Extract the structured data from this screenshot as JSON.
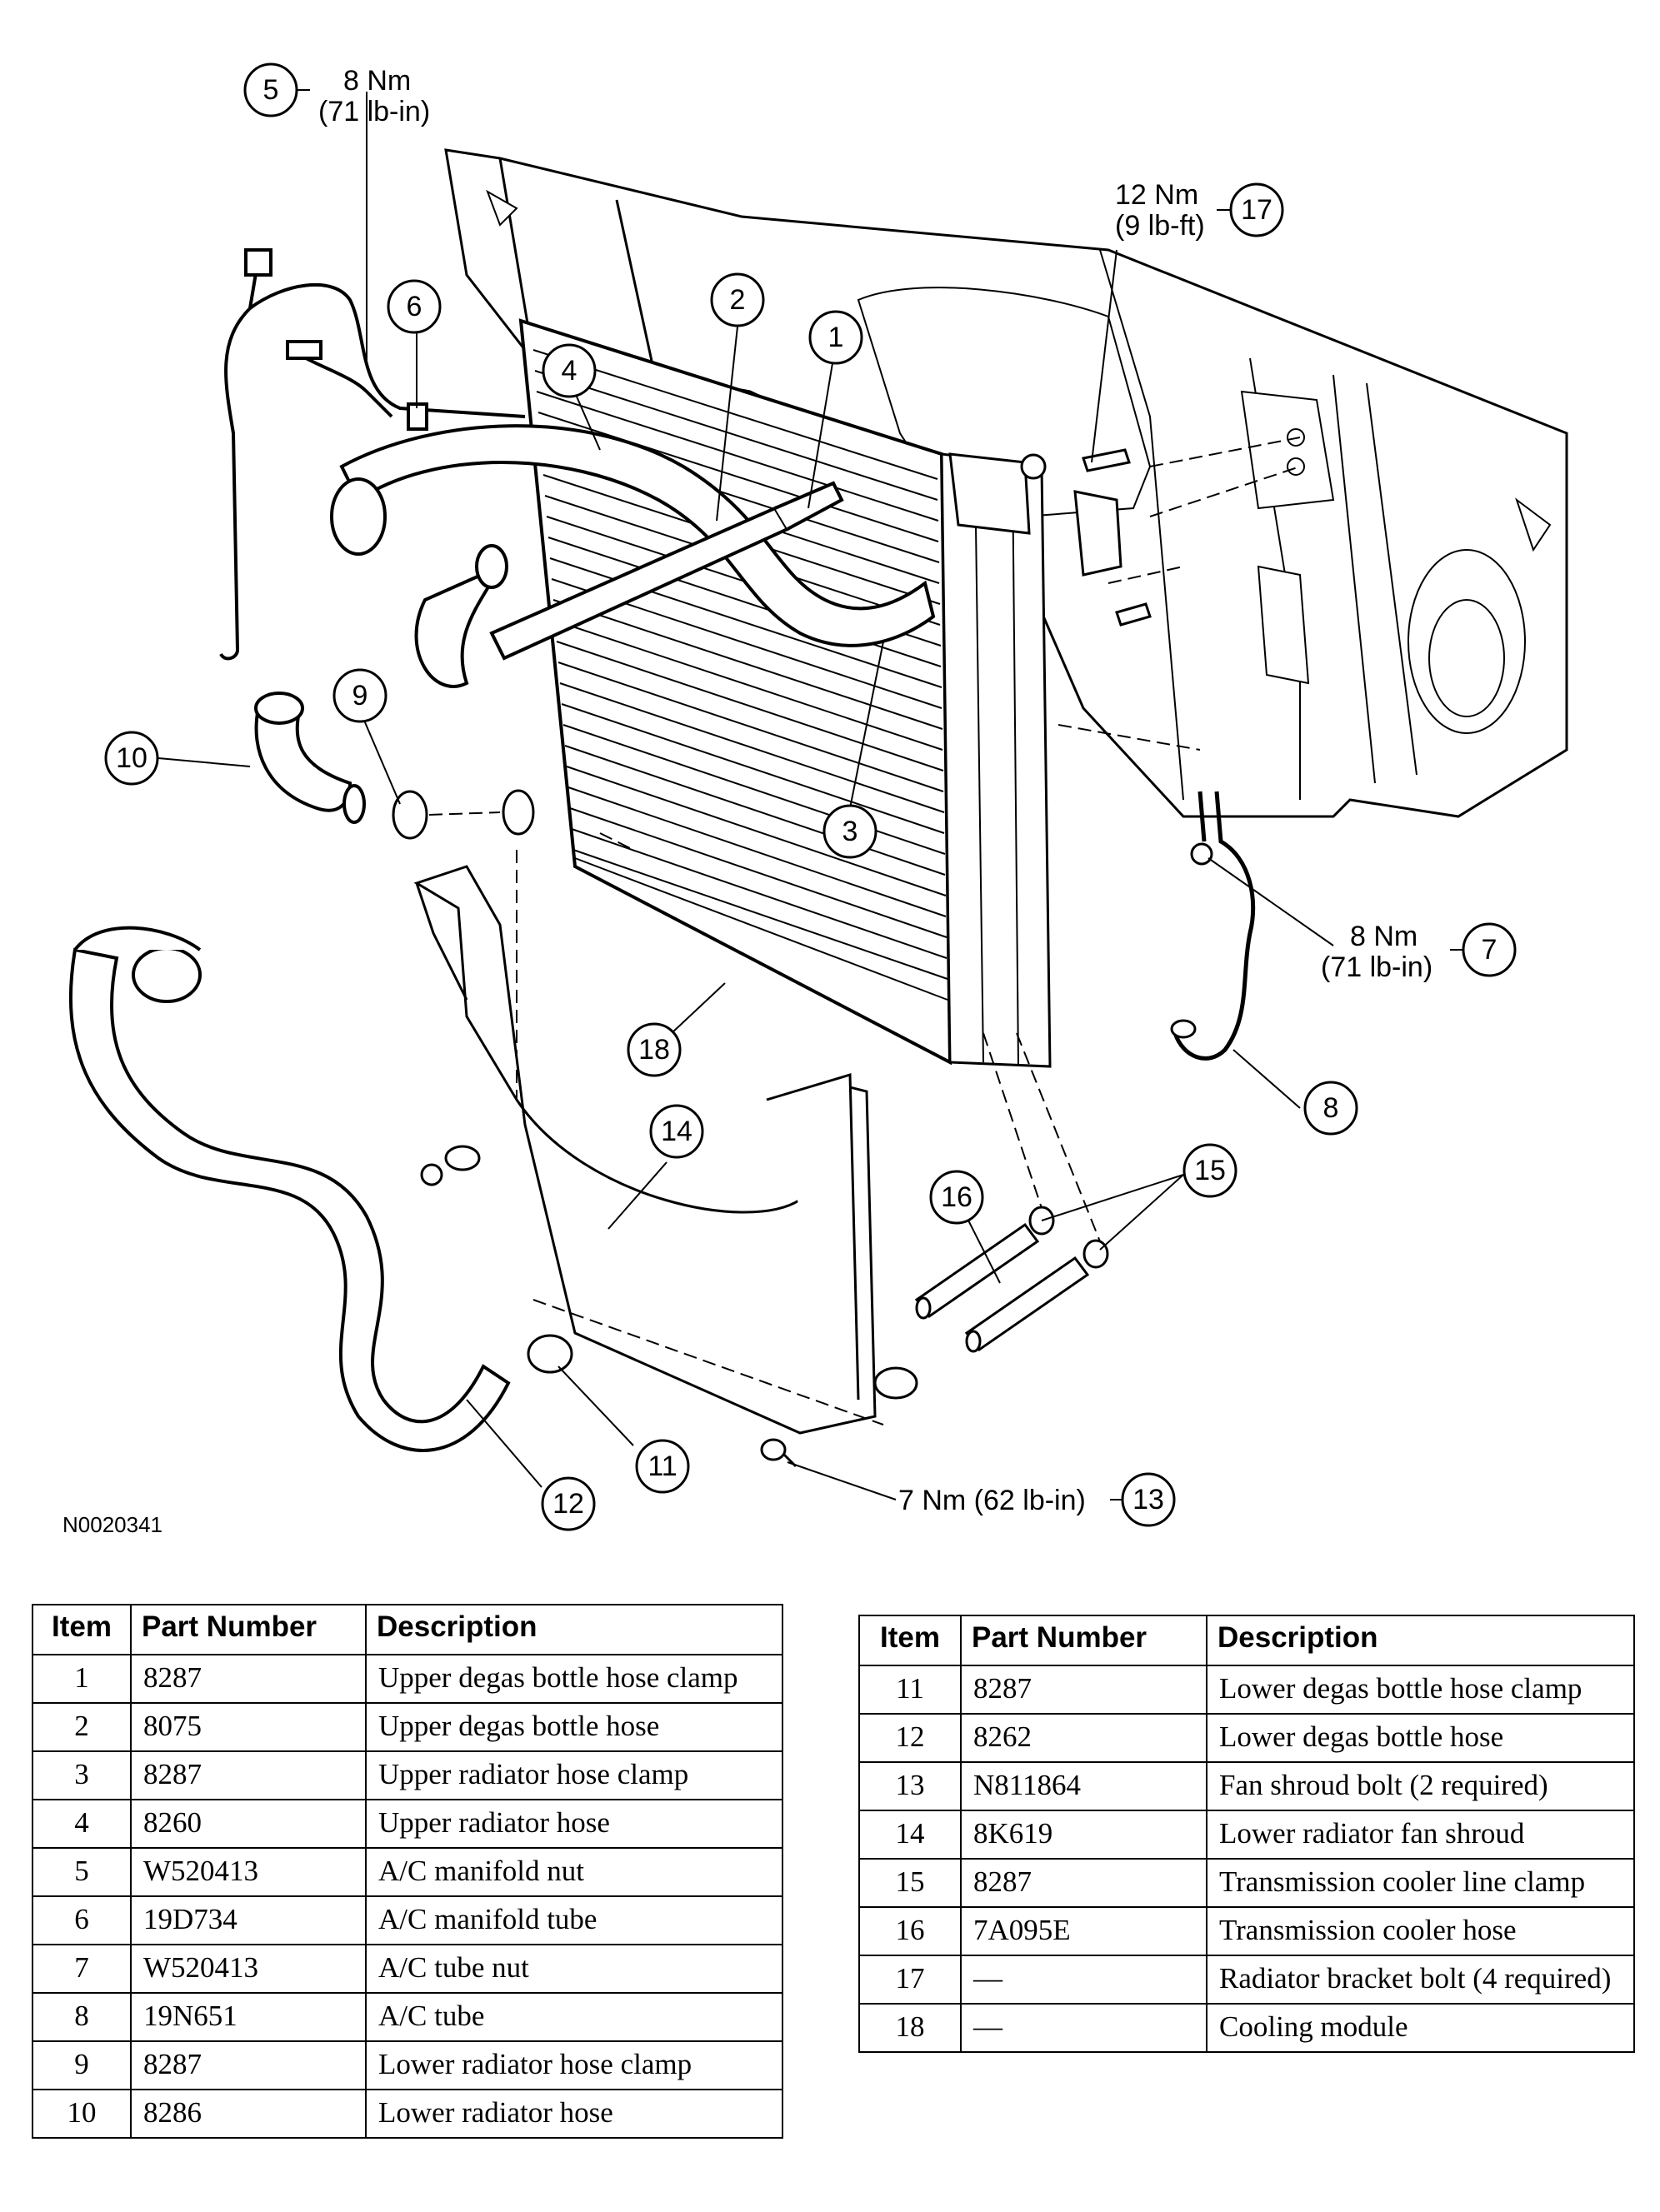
{
  "figure_code": "N0020341",
  "callouts": [
    "1",
    "2",
    "3",
    "4",
    "5",
    "6",
    "7",
    "8",
    "9",
    "10",
    "11",
    "12",
    "13",
    "14",
    "15",
    "16",
    "17",
    "18"
  ],
  "torque_specs": {
    "item5": {
      "nm": "8 Nm",
      "imperial": "(71 lb-in)"
    },
    "item17": {
      "nm": "12 Nm",
      "imperial": "(9 lb-ft)"
    },
    "item7": {
      "nm": "8 Nm",
      "imperial": "(71 lb-in)"
    },
    "item13": {
      "text": "7 Nm (62 lb-in)"
    }
  },
  "table_headers": {
    "item": "Item",
    "part_number": "Part Number",
    "description": "Description"
  },
  "parts_left": [
    {
      "item": "1",
      "part": "8287",
      "desc": "Upper degas bottle hose clamp"
    },
    {
      "item": "2",
      "part": "8075",
      "desc": "Upper degas bottle hose"
    },
    {
      "item": "3",
      "part": "8287",
      "desc": "Upper radiator hose clamp"
    },
    {
      "item": "4",
      "part": "8260",
      "desc": "Upper radiator hose"
    },
    {
      "item": "5",
      "part": "W520413",
      "desc": "A/C manifold nut"
    },
    {
      "item": "6",
      "part": "19D734",
      "desc": "A/C manifold tube"
    },
    {
      "item": "7",
      "part": "W520413",
      "desc": "A/C tube nut"
    },
    {
      "item": "8",
      "part": "19N651",
      "desc": "A/C tube"
    },
    {
      "item": "9",
      "part": "8287",
      "desc": "Lower radiator hose clamp"
    },
    {
      "item": "10",
      "part": "8286",
      "desc": "Lower radiator hose"
    }
  ],
  "parts_right": [
    {
      "item": "11",
      "part": "8287",
      "desc": "Lower degas bottle hose clamp"
    },
    {
      "item": "12",
      "part": "8262",
      "desc": "Lower degas bottle hose"
    },
    {
      "item": "13",
      "part": "N811864",
      "desc": "Fan shroud bolt (2 required)"
    },
    {
      "item": "14",
      "part": "8K619",
      "desc": "Lower radiator fan shroud"
    },
    {
      "item": "15",
      "part": "8287",
      "desc": "Transmission cooler line clamp"
    },
    {
      "item": "16",
      "part": "7A095E",
      "desc": "Transmission cooler hose"
    },
    {
      "item": "17",
      "part": "—",
      "desc": "Radiator bracket bolt (4 required)"
    },
    {
      "item": "18",
      "part": "—",
      "desc": "Cooling module"
    }
  ]
}
